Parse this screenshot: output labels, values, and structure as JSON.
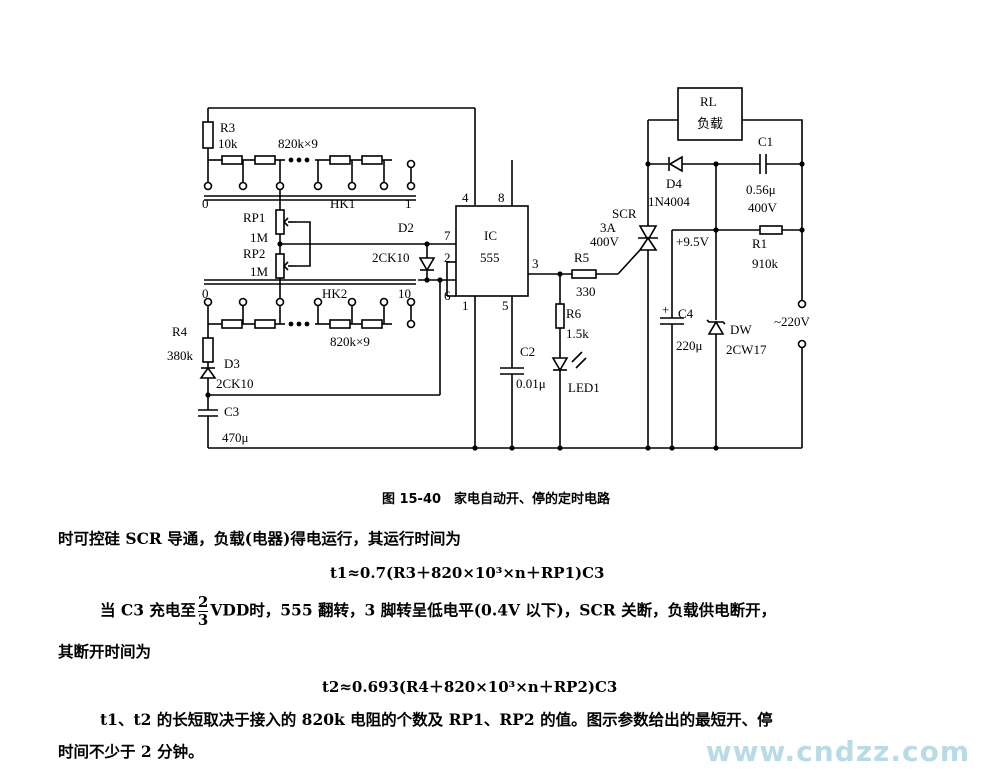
{
  "schematic": {
    "labels": {
      "r3": "R3",
      "r3_val": "10k",
      "chain_top": "820k×9",
      "sw1_0": "0",
      "hk1": "HK1",
      "sw1_1": "1",
      "rp1": "RP1",
      "rp1_val": "1M",
      "rp2": "RP2",
      "rp2_val": "1M",
      "d2": "D2",
      "d2_val": "2CK10",
      "hk2": "HK2",
      "sw2_0": "0",
      "sw2_10": "10",
      "chain_bot": "820k×9",
      "r4": "R4",
      "r4_val": "380k",
      "d3": "D3",
      "d3_val": "2CK10",
      "c3": "C3",
      "c3_val": "470μ",
      "ic": "IC",
      "ic_num": "555",
      "pin4": "4",
      "pin8": "8",
      "pin7": "7",
      "pin2": "2",
      "pin6": "6",
      "pin1": "1",
      "pin5": "5",
      "pin3": "3",
      "c2": "C2",
      "c2_val": "0.01μ",
      "r5": "R5",
      "r5_val": "330",
      "r6": "R6",
      "r6_val": "1.5k",
      "led": "LED1",
      "scr": "SCR",
      "scr_a": "3A",
      "scr_v": "400V",
      "rl": "RL",
      "rl_sub": "负载",
      "d4": "D4",
      "d4_val": "1N4004",
      "c1": "C1",
      "c1_val": "0.56μ",
      "c1_v": "400V",
      "v95": "+9.5V",
      "r1": "R1",
      "r1_val": "910k",
      "ac": "~220V",
      "c4": "C4",
      "c4_val": "220μ",
      "dw": "DW",
      "dw_val": "2CW17"
    }
  },
  "caption": "图 15-40　家电自动开、停的定时电路",
  "text": {
    "p1": "时可控硅 SCR 导通，负载(电器)得电运行，其运行时间为",
    "f1": "t1≈0.7(R3＋820×10³×n＋RP1)C3",
    "p2a": "当 C3 充电至",
    "frac_num": "2",
    "frac_den": "3",
    "p2b": "VDD时，555 翻转，3 脚转呈低电平(0.4V 以下)，SCR 关断，负载供电断开，",
    "p3": "其断开时间为",
    "f2": "t2≈0.693(R4＋820×10³×n＋RP2)C3",
    "p4": "t1、t2 的长短取决于接入的 820k 电阻的个数及 RP1、RP2 的值。图示参数给出的最短开、停",
    "p5": "时间不少于 2 分钟。"
  },
  "watermark": "www.cndzz.com"
}
